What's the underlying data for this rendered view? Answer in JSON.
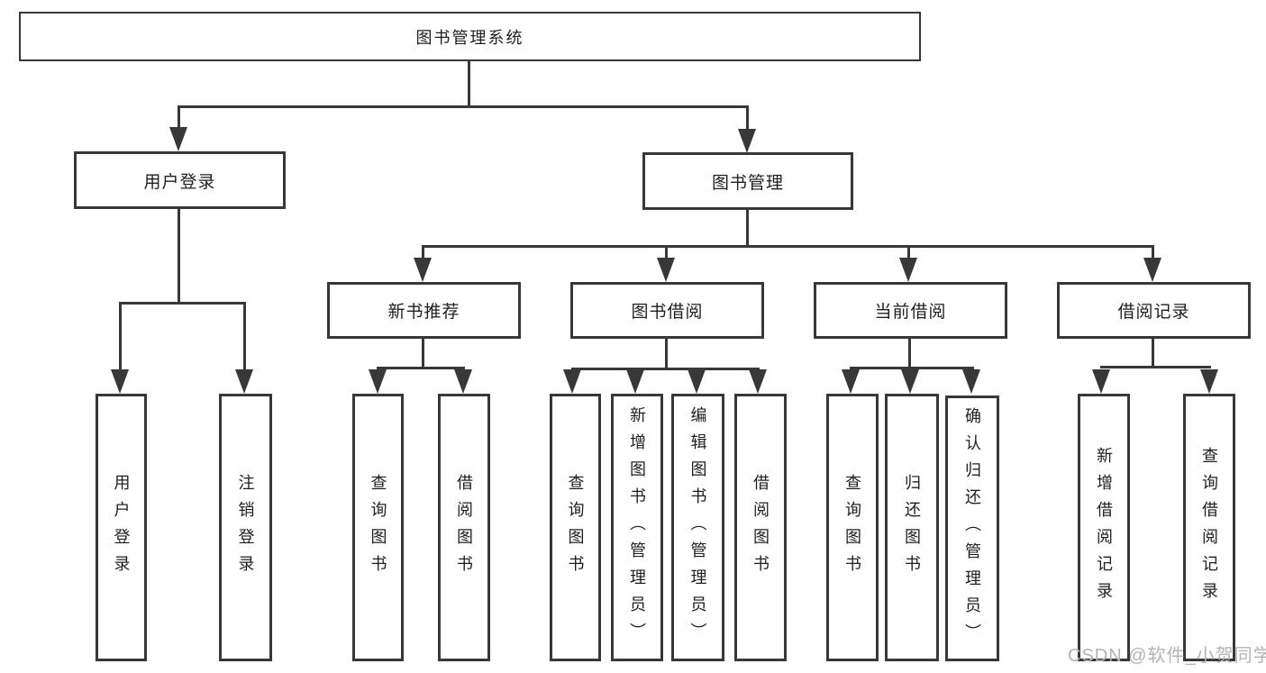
{
  "diagram_title": "图书管理系统",
  "nodes": {
    "root": "图书管理系统",
    "login": "用户登录",
    "mgmt": "图书管理",
    "rec": "新书推荐",
    "borrow": "图书借阅",
    "current": "当前借阅",
    "record": "借阅记录",
    "leaf_login": "用户登录",
    "leaf_logout": "注销登录",
    "rec_query": "查询图书",
    "rec_borrow": "借阅图书",
    "borrow_query": "查询图书",
    "borrow_add": "新增图书（管理员）",
    "borrow_edit": "编辑图书（管理员）",
    "borrow_borrow": "借阅图书",
    "current_query": "查询图书",
    "current_return": "归还图书",
    "current_confirm": "确认归还（管理员）",
    "record_add": "新增借阅记录",
    "record_query": "查询借阅记录"
  },
  "watermark": "CSDN @软件_小贺同学",
  "colors": {
    "line": "#383838",
    "text": "#1f1f1f",
    "background": "#ffffff",
    "watermark": "#b3b3b3"
  }
}
